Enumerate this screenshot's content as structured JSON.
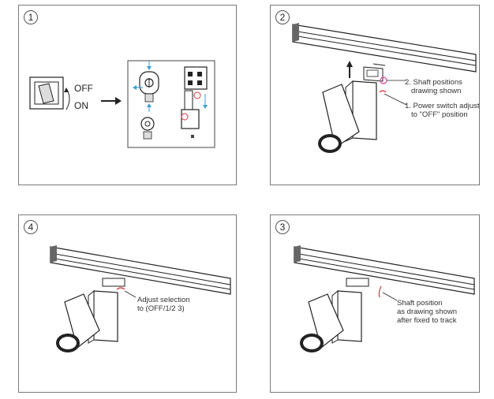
{
  "panels": [
    {
      "id": "p1",
      "number": "1",
      "switch": {
        "off": "OFF",
        "on": "ON"
      }
    },
    {
      "id": "p2",
      "number": "2",
      "notes": [
        {
          "line1": "2. Shaft positions",
          "line2": "drawing shown"
        },
        {
          "line1": "1. Power switch adjust",
          "line2": "to \"OFF\" position"
        }
      ]
    },
    {
      "id": "p4",
      "number": "4",
      "notes": [
        {
          "line1": "Adjust selection",
          "line2": "to (OFF/1/2 3)"
        }
      ]
    },
    {
      "id": "p3",
      "number": "3",
      "notes": [
        {
          "line1": "Shaft position",
          "line2": "as drawing shown",
          "line3": "after fixed to track"
        }
      ]
    }
  ],
  "colors": {
    "outline": "#222222",
    "arrow_blue": "#3aa0d8",
    "accent_red": "#d9323a",
    "accent_pink": "#e040a0"
  }
}
